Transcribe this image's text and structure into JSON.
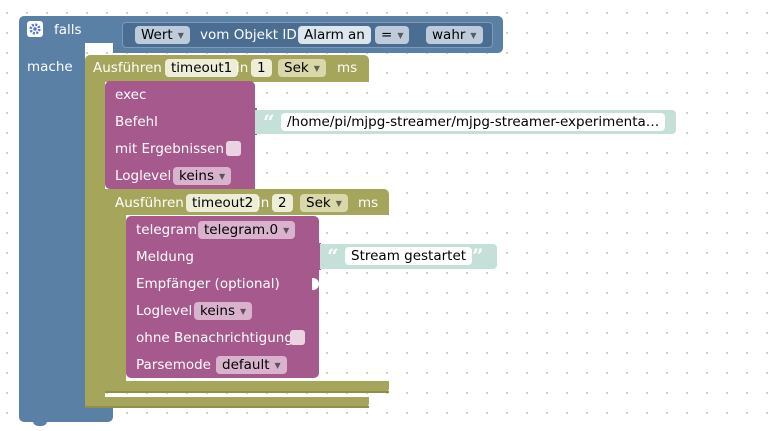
{
  "if_block": {
    "falls_label": "falls",
    "mache_label": "mache",
    "gear_icon": "gear-icon",
    "condition": {
      "property_value": "Wert",
      "of_object_label": "vom Objekt ID",
      "object_id": "Alarm an",
      "operator": "=",
      "compare_value": "wahr"
    }
  },
  "timeout1": {
    "label": "Ausführen",
    "name": "timeout1",
    "in_label": "in",
    "delay": "1",
    "unit": "Sek",
    "ms_label": "ms"
  },
  "exec_block": {
    "title": "exec",
    "command_label": "Befehl",
    "command": "/home/pi/mjpg-streamer/mjpg-streamer-experimenta…",
    "results_label": "mit Ergebnissen",
    "loglevel_label": "Loglevel",
    "loglevel": "keins"
  },
  "timeout2": {
    "label": "Ausführen",
    "name": "timeout2",
    "in_label": "in",
    "delay": "2",
    "unit": "Sek",
    "ms_label": "ms"
  },
  "telegram_block": {
    "title": "telegram",
    "instance": "telegram.0",
    "message_label": "Meldung",
    "message": "Stream gestartet",
    "recipient_label": "Empfänger (optional)",
    "loglevel_label": "Loglevel",
    "loglevel": "keins",
    "silent_label": "ohne Benachrichtigung",
    "parsemode_label": "Parsemode",
    "parsemode": "default"
  },
  "colors": {
    "logic": "#5b80a5",
    "timeout": "#a5a55b",
    "action": "#a5598c",
    "text": "#c5e0d8"
  }
}
